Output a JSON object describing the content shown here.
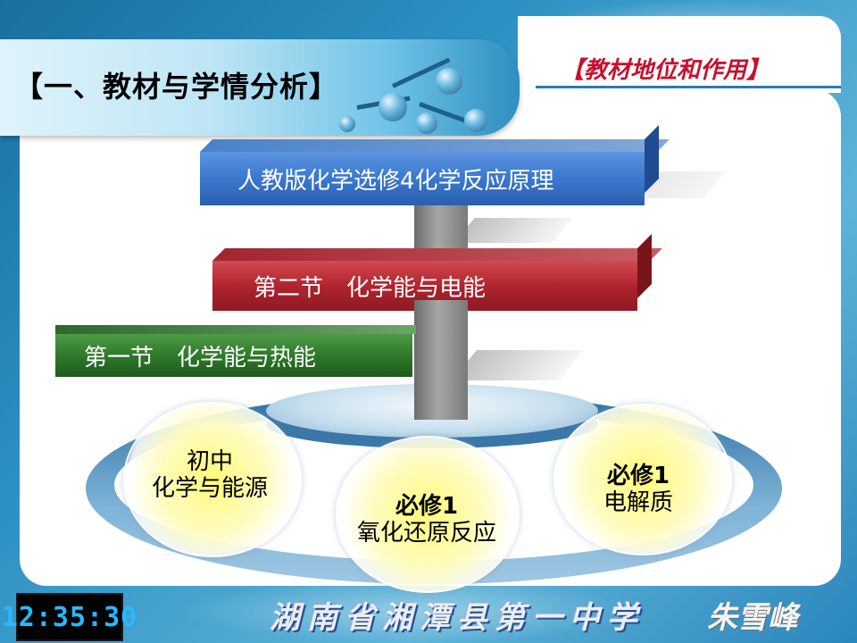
{
  "header": {
    "section_title": "【一、教材与学情分析】",
    "subtitle": "【教材地位和作用】"
  },
  "bars": {
    "top": "人教版化学选修4化学反应原理",
    "middle": "第二节　化学能与电能",
    "bottom": "第一节　化学能与热能"
  },
  "bubbles": [
    {
      "line1": "初中",
      "line2": "化学与能源"
    },
    {
      "line1": "必修1",
      "line2": "氧化还原反应"
    },
    {
      "line1": "必修1",
      "line2": "电解质"
    }
  ],
  "footer": {
    "clock": "12:35:30",
    "school": "湖南省湘潭县第一中学",
    "signature": "朱雪峰"
  },
  "colors": {
    "accent_red": "#c8102e",
    "bar_blue": "#3a78cf",
    "bar_red": "#b0242e",
    "bar_green": "#2e7a2a",
    "highlight_yellow": "#fffb7a"
  }
}
